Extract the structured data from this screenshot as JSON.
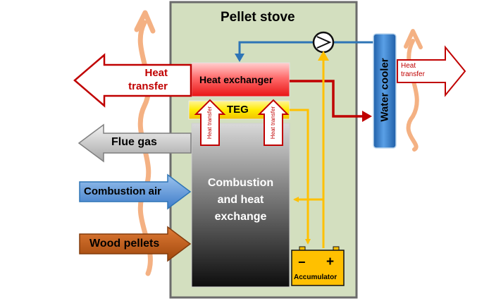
{
  "title": "Pellet stove",
  "components": {
    "heat_exchanger": "Heat exchanger",
    "teg": "TEG",
    "combustion": "Combustion and heat exchange",
    "combustion_lines": [
      "Combustion",
      "and heat",
      "exchange"
    ],
    "water_cooler": "Water cooler",
    "accumulator": "Accumulator",
    "accumulator_minus": "−",
    "accumulator_plus": "+"
  },
  "flows": {
    "heat_transfer_left": [
      "Heat",
      "transfer"
    ],
    "heat_transfer_right": [
      "Heat",
      "transfer"
    ],
    "heat_transfer_up": "Heat transfer",
    "flue_gas": "Flue gas",
    "combustion_air": "Combustion air",
    "wood_pellets": "Wood pellets"
  },
  "colors": {
    "stove_fill": "#d3dfbf",
    "stove_border": "#6b6b6b",
    "heat_red": "#c00000",
    "water_blue": "#2e75b6",
    "power_yellow": "#ffc000",
    "wavy_orange": "#f4b183",
    "gray_arrow": "#bfbfbf",
    "pellets_brown": "#c55a11"
  }
}
